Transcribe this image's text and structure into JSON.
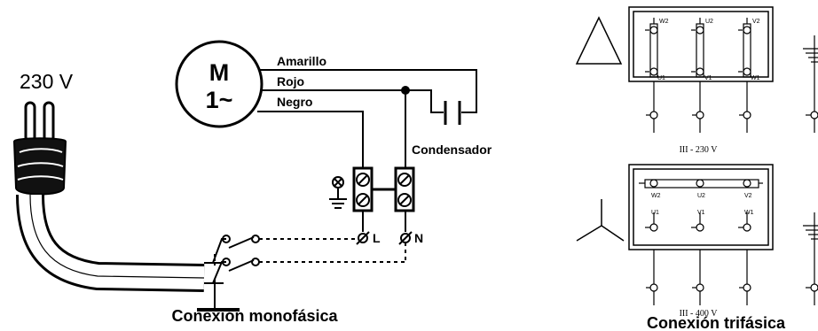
{
  "single_phase": {
    "voltage_label": "230 V",
    "motor_letter": "M",
    "motor_phase": "1~",
    "wire_yellow": "Amarillo",
    "wire_red": "Rojo",
    "wire_black": "Negro",
    "capacitor_label": "Condensador",
    "terminal_l": "L",
    "terminal_n": "N",
    "caption": "Conexión monofásica"
  },
  "three_phase": {
    "delta_terminals_top": [
      "W2",
      "U2",
      "V2"
    ],
    "delta_terminals_bottom": [
      "U1",
      "V1",
      "W1"
    ],
    "delta_caption": "III - 230 V",
    "star_terminals_top": [
      "W2",
      "U2",
      "V2"
    ],
    "star_terminals_bottom": [
      "U1",
      "V1",
      "W1"
    ],
    "star_caption": "III - 400 V",
    "caption": "Conexión trifásica"
  },
  "icons": [
    "plug-icon",
    "motor-icon",
    "lamp-icon",
    "ground-icon",
    "capacitor-icon",
    "switch-icon",
    "delta-symbol-icon",
    "star-symbol-icon"
  ],
  "colors": {
    "ink": "#000000",
    "background": "#ffffff"
  }
}
